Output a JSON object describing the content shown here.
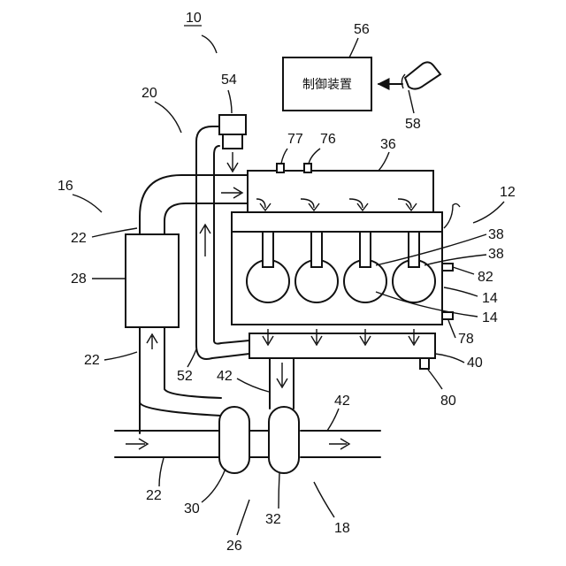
{
  "controller": {
    "label": "制御装置"
  },
  "labels": {
    "n10": "10",
    "n12": "12",
    "n14a": "14",
    "n14b": "14",
    "n16": "16",
    "n18": "18",
    "n20": "20",
    "n22a": "22",
    "n22b": "22",
    "n22c": "22",
    "n26": "26",
    "n28": "28",
    "n30": "30",
    "n32": "32",
    "n36": "36",
    "n38a": "38",
    "n38b": "38",
    "n40": "40",
    "n42a": "42",
    "n42b": "42",
    "n52": "52",
    "n54": "54",
    "n56": "56",
    "n58": "58",
    "n76": "76",
    "n77": "77",
    "n78": "78",
    "n80": "80",
    "n82": "82"
  }
}
